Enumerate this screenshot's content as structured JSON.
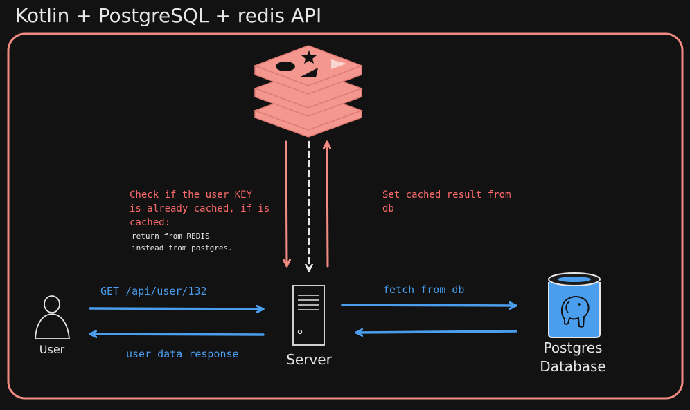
{
  "title": "Kotlin + PostgreSQL + redis API",
  "notes": {
    "check_line1": "Check if the user KEY",
    "check_line2": "is already cached, if is",
    "check_line3": "cached:",
    "return_line1": "return from REDIS",
    "return_line2": "instead from postgres.",
    "set_line1": "Set cached result from",
    "set_line2": "db"
  },
  "edges": {
    "request": "GET /api/user/132",
    "response": "user data response",
    "fetch": "fetch from db"
  },
  "nodes": {
    "user": "User",
    "server": "Server",
    "postgres_line1": "Postgres",
    "postgres_line2": "Database"
  },
  "colors": {
    "background": "#121212",
    "title": "#e6e6e6",
    "frame": "#f28b82",
    "redis": "#f4978e",
    "redis_shadow": "#e07a73",
    "note": "#ff6b6b",
    "edge_label": "#4a9eed",
    "arrow_blue": "#4a9eed",
    "node_stroke": "#e6e6e6",
    "db_fill": "#4a9eed"
  },
  "icons": {
    "user": "user-icon",
    "server": "server-icon",
    "postgres": "postgres-elephant-icon",
    "redis": "redis-logo-icon"
  }
}
